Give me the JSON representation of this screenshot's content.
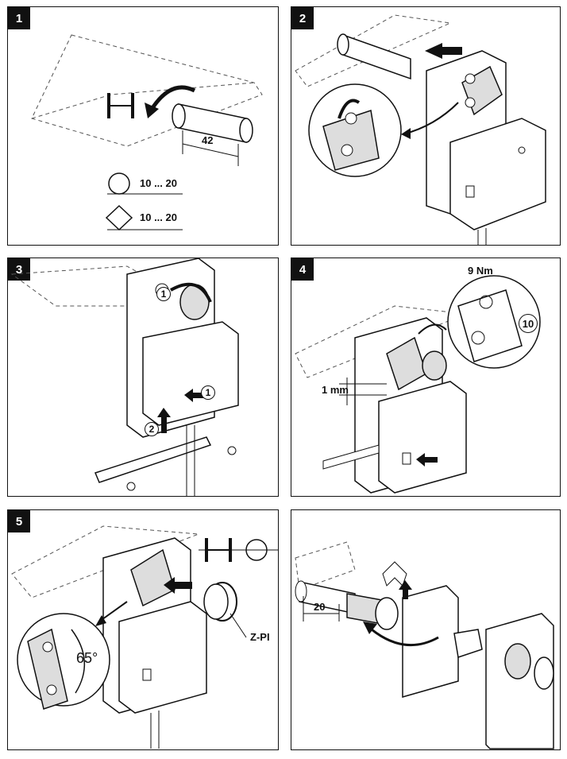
{
  "panels": [
    {
      "id": "1",
      "number": "1",
      "labels": {
        "dim": "42",
        "range_round": "10 ... 20",
        "range_square": "10 ... 20"
      }
    },
    {
      "id": "2",
      "number": "2"
    },
    {
      "id": "3",
      "number": "3",
      "labels": {
        "step1": "1",
        "step1b": "1",
        "step2": "2"
      }
    },
    {
      "id": "4",
      "number": "4",
      "labels": {
        "torque": "9 Nm",
        "wrench": "10",
        "gap": "1 mm"
      }
    },
    {
      "id": "5",
      "number": "5",
      "labels": {
        "angle": "65°",
        "part": "Z-PI"
      }
    },
    {
      "id": "6",
      "number": "",
      "labels": {
        "dim": "20"
      }
    }
  ]
}
